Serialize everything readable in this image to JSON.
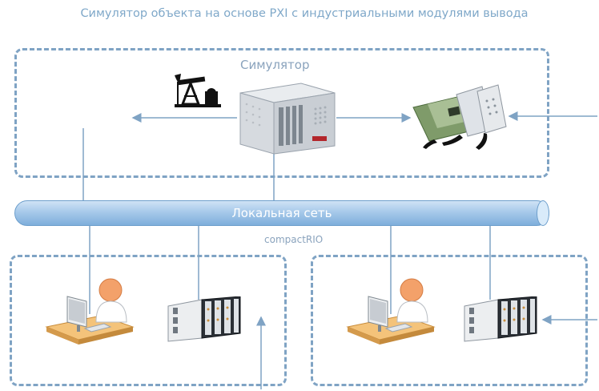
{
  "title": "Симулятор объекта на основе PXI с индустриальными модулями вывода",
  "simulator_label": "Симулятор",
  "network_label": "Локальная сеть",
  "compactrio_label": "compactRIO",
  "colors": {
    "line": "#7fa3c4",
    "box_border": "#7fa3c4",
    "title": "#7fa8c9",
    "network": "#9cc3e8"
  },
  "icons": [
    "oil-pump-icon",
    "pxi-chassis-icon",
    "pxi-modules-icon",
    "operator-workstation-icon",
    "compactrio-device-icon"
  ]
}
